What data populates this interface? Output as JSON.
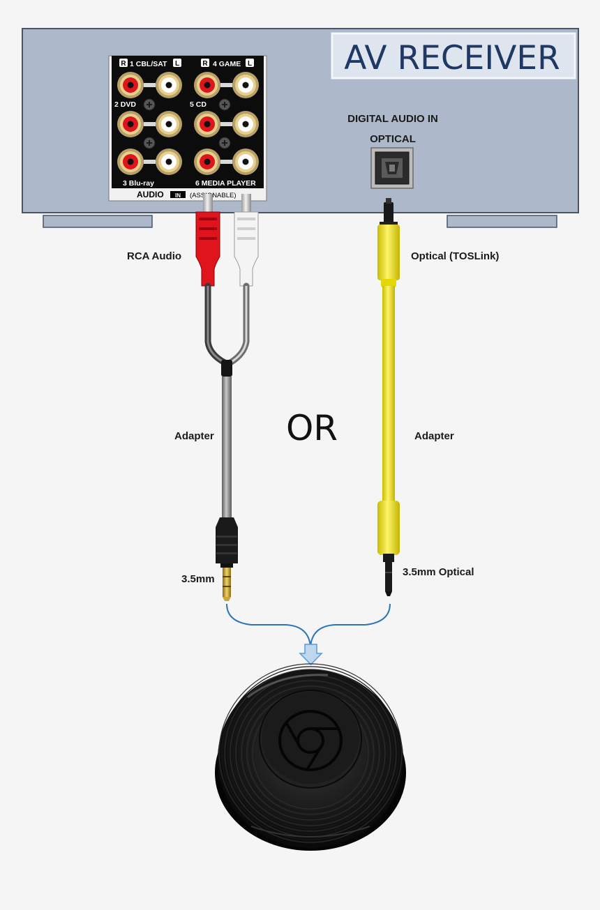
{
  "receiver": {
    "title": "AV RECEIVER",
    "digital_audio_in": "DIGITAL AUDIO IN",
    "optical_label": "OPTICAL",
    "panel": {
      "r_badge_1": "R",
      "l_badge_1": "L",
      "r_badge_2": "R",
      "l_badge_2": "L",
      "input_1": "1 CBL/SAT",
      "input_2": "2 DVD",
      "input_3": "3 Blu-ray",
      "input_4": "4 GAME",
      "input_5": "5 CD",
      "input_6": "6 MEDIA PLAYER",
      "audio_label": "AUDIO",
      "in_badge": "IN",
      "assignable": "(ASSIGNABLE)"
    }
  },
  "labels": {
    "rca_audio": "RCA Audio",
    "optical_toslink": "Optical (TOSLink)",
    "adapter_left": "Adapter",
    "adapter_right": "Adapter",
    "or": "OR",
    "mm_35": "3.5mm",
    "mm_35_optical": "3.5mm Optical"
  },
  "colors": {
    "receiver_body": "#adb9ca",
    "receiver_title": "#1f3864",
    "flow_line": "#2e75b6",
    "toslink_cable": "#f2e600",
    "rca_red": "#e0141c"
  },
  "icons": [
    "optical-port-icon",
    "rca-jack-icon",
    "chromecast-audio-device-icon",
    "chrome-logo-icon",
    "down-arrow-icon"
  ]
}
